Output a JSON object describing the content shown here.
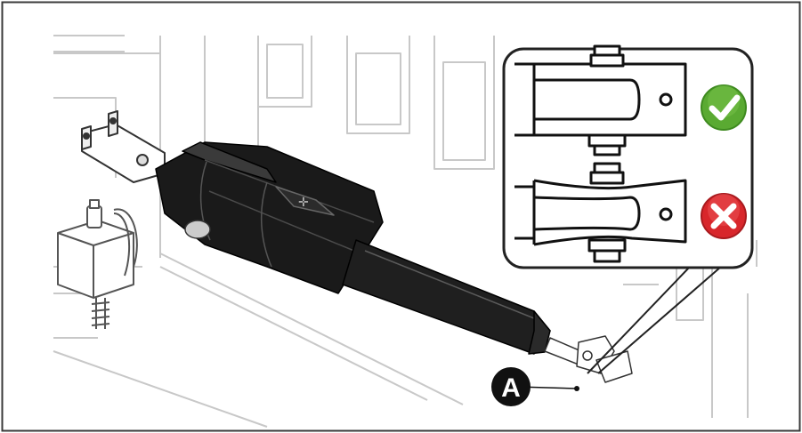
{
  "diagram": {
    "callout": {
      "label": "A"
    },
    "inset": {
      "correct": {
        "status": "correct",
        "icon": "check-icon",
        "color": "#5aaa32"
      },
      "incorrect": {
        "status": "incorrect",
        "icon": "cross-icon",
        "color": "#d8262b"
      }
    },
    "colors": {
      "frame": "#3a3a3a",
      "line_art": "#c8c8c8",
      "motor_body": "#1a1a1a",
      "badge": "#111111"
    }
  }
}
